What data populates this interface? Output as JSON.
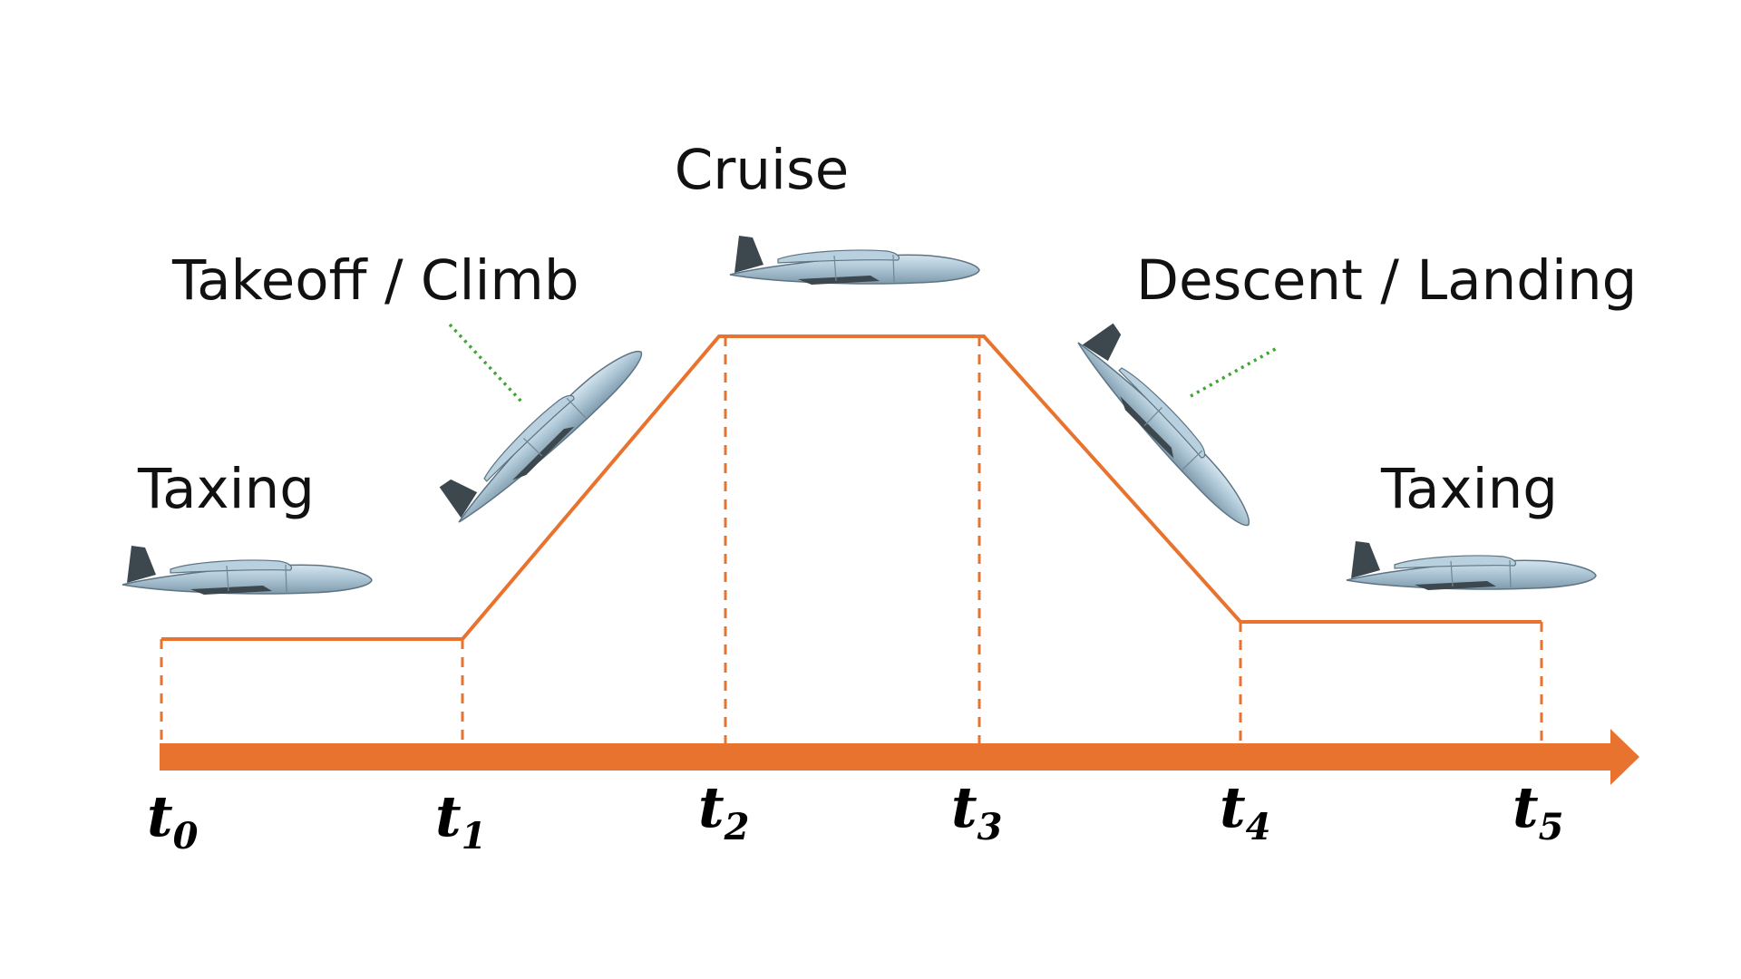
{
  "colors": {
    "profile": "#E8732F",
    "axis": "#E8732F",
    "leader": "#3FA535",
    "aircraft_body": "#A9C3D3",
    "aircraft_dark": "#3C474E"
  },
  "phases": {
    "taxi_start": "Taxing",
    "takeoff_climb": "Takeoff / Climb",
    "cruise": "Cruise",
    "descent_landing": "Descent / Landing",
    "taxi_end": "Taxing"
  },
  "time_ticks": [
    {
      "base": "t",
      "sub": "0"
    },
    {
      "base": "t",
      "sub": "1"
    },
    {
      "base": "t",
      "sub": "2"
    },
    {
      "base": "t",
      "sub": "3"
    },
    {
      "base": "t",
      "sub": "4"
    },
    {
      "base": "t",
      "sub": "5"
    }
  ],
  "icons": {
    "aircraft": "aircraft-icon"
  }
}
